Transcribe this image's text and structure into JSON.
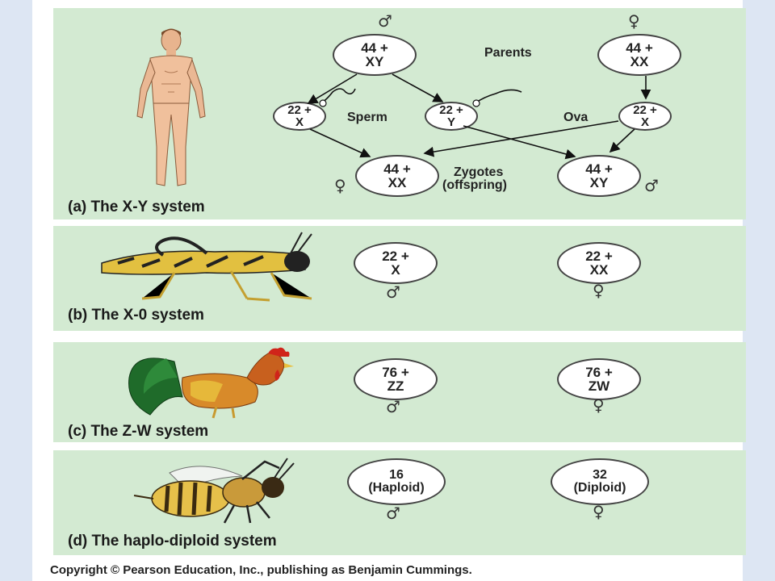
{
  "panels": {
    "a": {
      "caption": "(a) The X-Y system",
      "male_symbol": "♂",
      "female_symbol": "♀",
      "parents_label": "Parents",
      "sperm_label": "Sperm",
      "ova_label": "Ova",
      "zygotes_label_1": "Zygotes",
      "zygotes_label_2": "(offspring)",
      "father": {
        "top": "44 +",
        "bottom": "XY"
      },
      "mother": {
        "top": "44 +",
        "bottom": "XX"
      },
      "sperm_x": {
        "top": "22 +",
        "bottom": "X"
      },
      "sperm_y": {
        "top": "22 +",
        "bottom": "Y"
      },
      "ovum": {
        "top": "22 +",
        "bottom": "X"
      },
      "zygote_female": {
        "top": "44 +",
        "bottom": "XX"
      },
      "zygote_male": {
        "top": "44 +",
        "bottom": "XY"
      }
    },
    "b": {
      "caption": "(b) The X-0 system",
      "male": {
        "top": "22 +",
        "bottom": "X"
      },
      "female": {
        "top": "22 +",
        "bottom": "XX"
      },
      "male_symbol": "♂",
      "female_symbol": "♀"
    },
    "c": {
      "caption": "(c) The Z-W system",
      "male": {
        "top": "76 +",
        "bottom": "ZZ"
      },
      "female": {
        "top": "76 +",
        "bottom": "ZW"
      },
      "male_symbol": "♂",
      "female_symbol": "♀"
    },
    "d": {
      "caption": "(d) The haplo-diploid system",
      "male": {
        "top": "16",
        "bottom": "(Haploid)"
      },
      "female": {
        "top": "32",
        "bottom": "(Diploid)"
      },
      "male_symbol": "♂",
      "female_symbol": "♀"
    }
  },
  "copyright": "Copyright © Pearson Education, Inc., publishing as Benjamin Cummings.",
  "colors": {
    "panel": "#d3ead2",
    "page": "#ffffff",
    "backdrop": "#dde6f3"
  }
}
